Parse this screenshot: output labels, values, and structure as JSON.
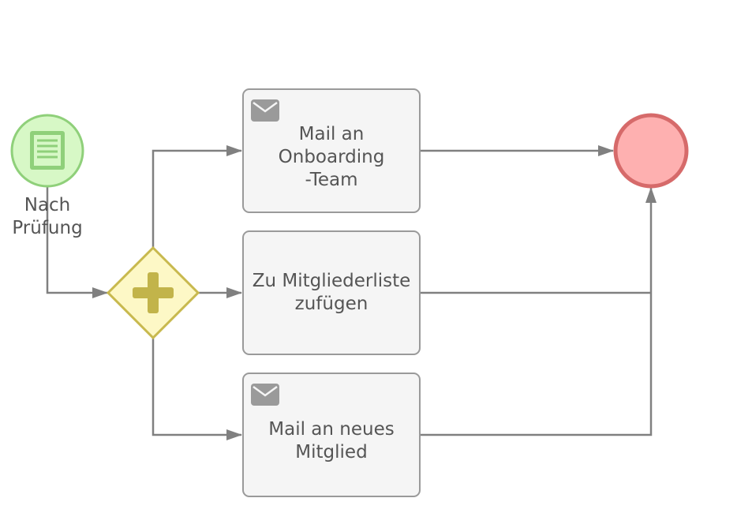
{
  "diagram": {
    "start_event": {
      "label": "Nach\nPrüfung",
      "icon": "document-icon",
      "fill": "#d7f8c6",
      "stroke": "#8fd07a"
    },
    "gateway": {
      "type": "parallel",
      "icon": "plus-icon",
      "fill": "#fdf8c6",
      "stroke": "#c8b94e"
    },
    "tasks": [
      {
        "id": "mail-onboarding",
        "label": "Mail an\nOnboarding\n-Team",
        "icon": "mail-icon"
      },
      {
        "id": "add-member-list",
        "label": "Zu Mitgliederliste\nzufügen",
        "icon": ""
      },
      {
        "id": "mail-new-member",
        "label": "Mail an neues\nMitglied",
        "icon": "mail-icon"
      }
    ],
    "end_event": {
      "fill": "#feb0b0",
      "stroke": "#d66a6a"
    },
    "colors": {
      "connector": "#808080",
      "task_fill": "#f5f5f5",
      "task_stroke": "#9a9a9a",
      "text": "#555555",
      "icon": "#9a9a9a"
    }
  }
}
